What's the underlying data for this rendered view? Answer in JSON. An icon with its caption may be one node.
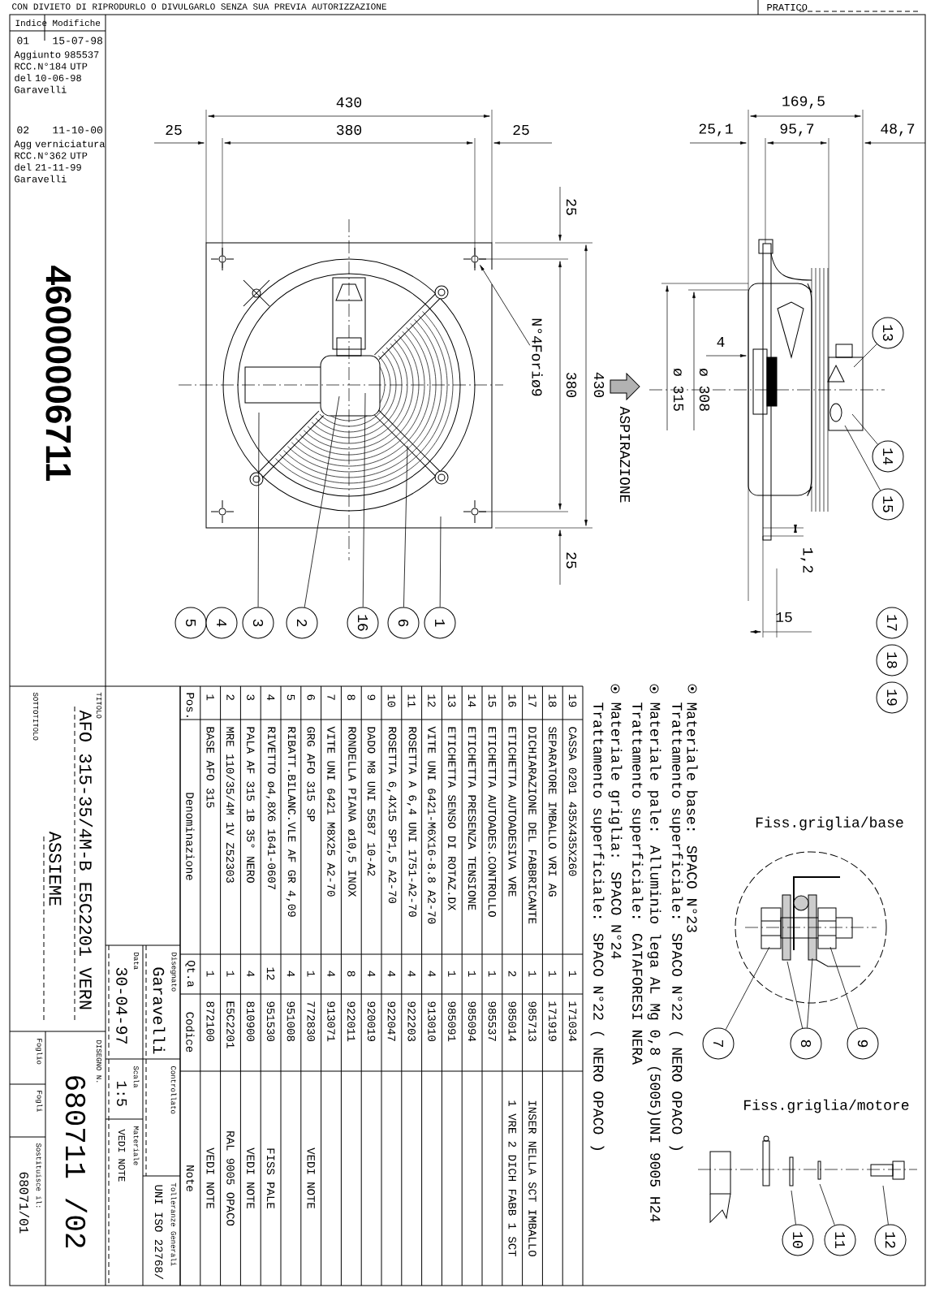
{
  "diagram": {
    "nodes": [
      {
        "text": [
          "5"
        ]
      },
      {
        "text": [
          "4"
        ]
      },
      {
        "text": [
          "3"
        ]
      },
      {
        "text": [
          "2"
        ]
      },
      {
        "text": [
          "16"
        ]
      },
      {
        "text": [
          "6"
        ]
      },
      {
        "text": [
          "1"
        ]
      },
      {
        "text": [
          "13"
        ]
      },
      {
        "text": [
          "14"
        ]
      },
      {
        "text": [
          "15"
        ]
      },
      {
        "text": [
          "17"
        ]
      },
      {
        "text": [
          "18"
        ]
      },
      {
        "text": [
          "19"
        ]
      },
      {
        "text": [
          "7"
        ]
      },
      {
        "text": [
          "8"
        ]
      },
      {
        "text": [
          "9"
        ]
      },
      {
        "text": [
          "10"
        ]
      },
      {
        "text": [
          "11"
        ]
      },
      {
        "text": [
          "12"
        ]
      },
      {
        "text": [
          "N°4Foriø9"
        ]
      },
      {
        "text": [],
        "shape": "picture"
      }
    ],
    "edges": [
      {
        "from": 2,
        "to": 20,
        "arrow": "none"
      },
      {
        "from": 3,
        "to": 20,
        "arrow": "none"
      },
      {
        "from": 4,
        "to": 20,
        "arrow": "none"
      },
      {
        "from": 5,
        "to": 20,
        "arrow": "none"
      },
      {
        "from": 6,
        "to": 20,
        "arrow": "none"
      },
      {
        "from": 7,
        "to": null,
        "arrow": "none"
      },
      {
        "from": 8,
        "to": null,
        "arrow": "none"
      },
      {
        "from": 9,
        "to": null,
        "arrow": "none"
      },
      {
        "from": 13,
        "to": null,
        "arrow": "none"
      },
      {
        "from": 14,
        "to": null,
        "arrow": "none"
      },
      {
        "from": 14,
        "to": null,
        "arrow": "none"
      },
      {
        "from": 15,
        "to": null,
        "arrow": "none"
      },
      {
        "from": 16,
        "to": null,
        "arrow": "none"
      },
      {
        "from": 17,
        "to": null,
        "arrow": "none"
      },
      {
        "from": 18,
        "to": null,
        "arrow": "none"
      },
      {
        "from": 19,
        "to": 20,
        "arrow": "to"
      }
    ],
    "labels": [
      "CON DIVIETO DI RIPRODURLO O DIVULGARLO SENZA SUA PREVIA AUTORIZZAZIONE",
      "PRATICO",
      "Indice",
      "Modifiche",
      "01",
      "15-07-98",
      "Aggiunto 985537 RCC.N°184 UTP del 10-06-98 Garavelli",
      "02",
      "11-10-00",
      "Agg verniciatura RCC.N°362 UTP del 21-11-99 Garavelli",
      "46000006711",
      "430",
      "25",
      "380",
      "25",
      "25",
      "380",
      "430",
      "25",
      "169,5",
      "25,1",
      "95,7",
      "48,7",
      "4",
      "ø 315",
      "ø 308",
      "1,2",
      "15",
      "ASPIRAZIONE",
      "Trattamento superficiale: SPACO N°22 ( NERO OPACO )",
      "Materiale griglia: SPACO N°24",
      "Trattamento superficiale: CATAFORESI NERA",
      "Materiale pale: Alluminio lega AL Mg 0,8 (5005)UNI 9005 H24",
      "Trattamento superficiale: SPACO N°22 ( NERO OPACO )",
      "Materiale base: SPACO N°23",
      "Fiss.griglia/base",
      "Fiss.griglia/motore",
      "Pos.",
      "Denominazione",
      "Qt.a",
      "Codice",
      "Note",
      "1",
      "BASE AFO 315",
      "1",
      "872100",
      "VEDI NOTE",
      "2",
      "MRE 110/35/4M 1V Z52303",
      "1",
      "E5C2201",
      "RAL 9005 OPACO",
      "3",
      "PALA AF 315 1B 35° NERO",
      "4",
      "810900",
      "VEDI NOTE",
      "4",
      "RIVETTO ø4,8X6 1641-0607",
      "12",
      "951530",
      "FISS PALE",
      "5",
      "RIBATT.BILANC.VLE AF GR 4,09",
      "4",
      "951008",
      "6",
      "GRG AFO 315 SP",
      "1",
      "772830",
      "VEDI NOTE",
      "7",
      "VITE UNI 6421 M8X25 A2-70",
      "4",
      "913071",
      "8",
      "RONDELLA PIANA ø10,5 INOX",
      "8",
      "922011",
      "9",
      "DADO M8 UNI 5587 10-A2",
      "4",
      "920019",
      "10",
      "ROSETTA 6,4X15 SP1,5 A2-70",
      "4",
      "922047",
      "11",
      "ROSETTA A 6,4 UNI 1751-A2-70",
      "4",
      "922203",
      "12",
      "VITE UNI 6421-M6X16-8.8 A2-70",
      "4",
      "913010",
      "13",
      "ETICHETTA SENSO DI ROTAZ.DX",
      "1",
      "985091",
      "14",
      "ETICHETTA PRESENZA TENSIONE",
      "1",
      "985094",
      "15",
      "ETICHETTA AUTOADES.CONTROLLO",
      "1",
      "985537",
      "16",
      "ETICHETTA AUTOADESIVA VRE",
      "2",
      "985014",
      "1 VRE 2 DICH FABB 1 SCT",
      "17",
      "DICHIARAZIONE DEL FABBRICANTE",
      "1",
      "985713",
      "INSER NELLA SCT IMBALLO",
      "18",
      "SEPARATORE IMBALLO VRI AG",
      "1",
      "171919",
      "19",
      "CASSA 0201 435X435X260",
      "1",
      "171034",
      "TITOLO",
      "AFO 315-35/4M-B E5C2201 VERN",
      "SOTTOTITOLO",
      "ASSIEME",
      "Disegnato",
      "Garavelli",
      "Data",
      "30-04-97",
      "Controllato",
      "Scala",
      "1:5",
      "Materiale",
      "VEDI NOTE",
      "UNI ISO 22768/",
      "Tolleranze Generali",
      "DISEGNO N.",
      "680711 /02",
      "Foglio",
      "Fogli",
      "Sostituisce il:",
      "68071/01"
    ]
  }
}
